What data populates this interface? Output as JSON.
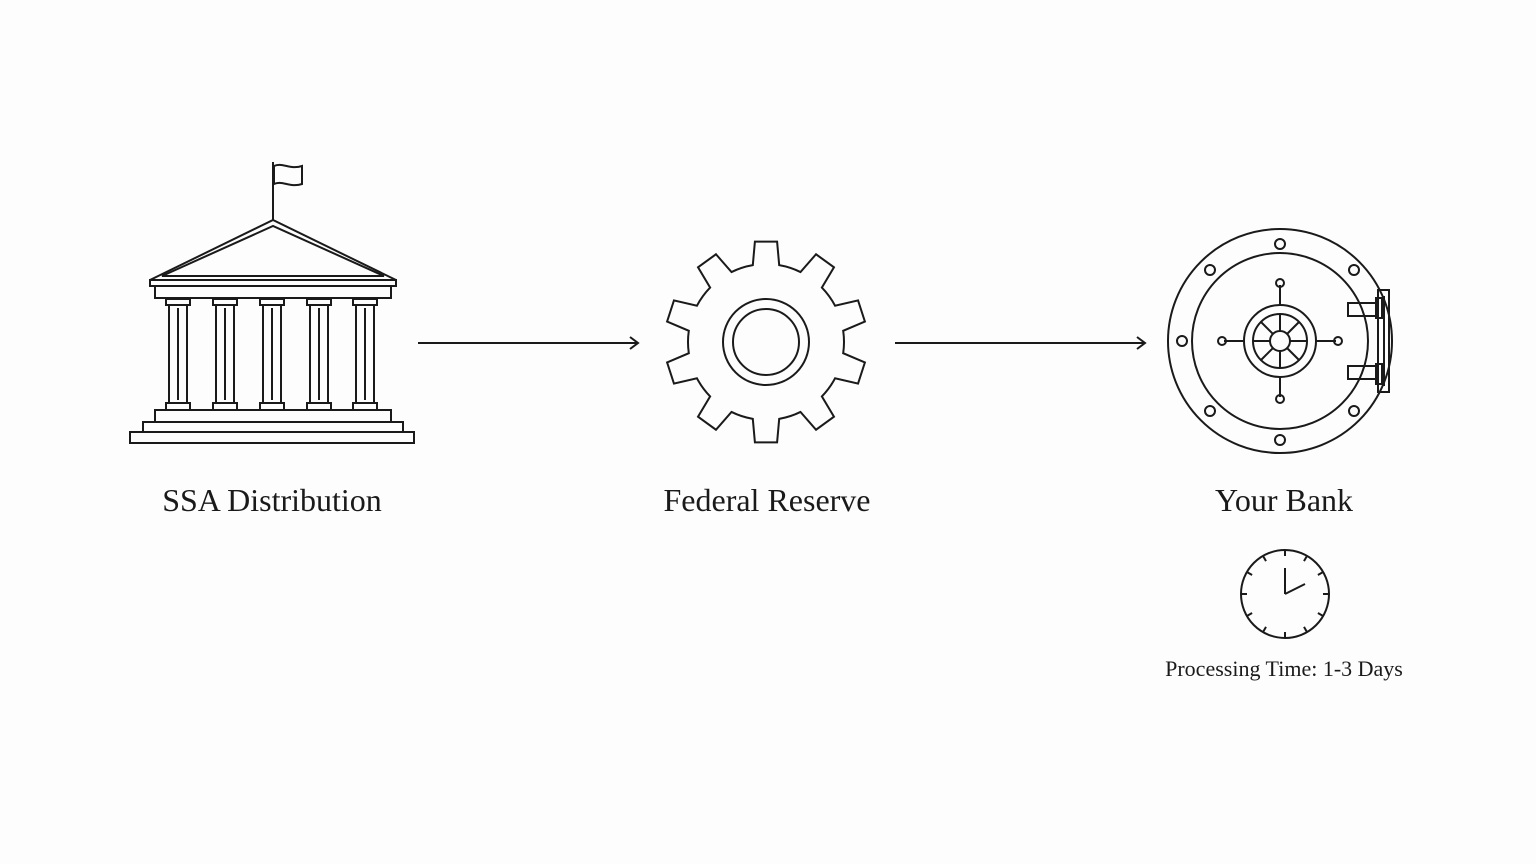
{
  "diagram": {
    "nodes": [
      {
        "id": "ssa",
        "label": "SSA Distribution",
        "icon": "government-building-icon"
      },
      {
        "id": "fed",
        "label": "Federal Reserve",
        "icon": "gear-icon"
      },
      {
        "id": "bank",
        "label": "Your Bank",
        "icon": "vault-door-icon"
      }
    ],
    "edges": [
      {
        "from": "ssa",
        "to": "fed"
      },
      {
        "from": "fed",
        "to": "bank"
      }
    ],
    "note": {
      "icon": "clock-icon",
      "text": "Processing Time: 1-3 Days"
    },
    "colors": {
      "stroke": "#1a1a1a",
      "background": "#fdfdfd"
    }
  }
}
